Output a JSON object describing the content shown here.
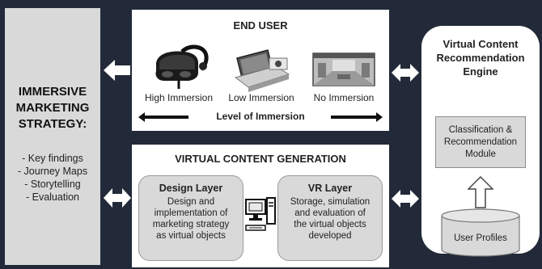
{
  "strategy": {
    "title_lines": [
      "IMMERSIVE",
      "MARKETING",
      "STRATEGY:"
    ],
    "items": [
      "- Key findings",
      "- Journey Maps",
      "- Storytelling",
      "- Evaluation"
    ]
  },
  "end_user": {
    "title": "END USER",
    "devices": [
      {
        "label": "High Immersion",
        "icon": "vr-headset-icon"
      },
      {
        "label": "Low Immersion",
        "icon": "tablet-device-icon"
      },
      {
        "label": "No Immersion",
        "icon": "room-screenshot-icon"
      }
    ],
    "level_label": "Level of Immersion"
  },
  "generation": {
    "title": "VIRTUAL CONTENT GENERATION",
    "design_layer": {
      "title": "Design Layer",
      "desc_lines": [
        "Design and",
        "implementation of",
        "marketing strategy",
        "as virtual objects"
      ]
    },
    "vr_layer": {
      "title": "VR Layer",
      "desc_lines": [
        "Storage, simulation",
        "and evaluation of",
        "the virtual objects",
        "developed"
      ]
    },
    "computer_icon": "desktop-computer-icon"
  },
  "engine": {
    "title_lines": [
      "Virtual Content",
      "Recommendation",
      "Engine"
    ],
    "module_lines": [
      "Classification &",
      "Recommendation",
      "Module"
    ],
    "profiles_label": "User Profiles"
  },
  "colors": {
    "background": "#222a39",
    "panel": "#ffffff",
    "box_gray": "#d9d9d9"
  }
}
